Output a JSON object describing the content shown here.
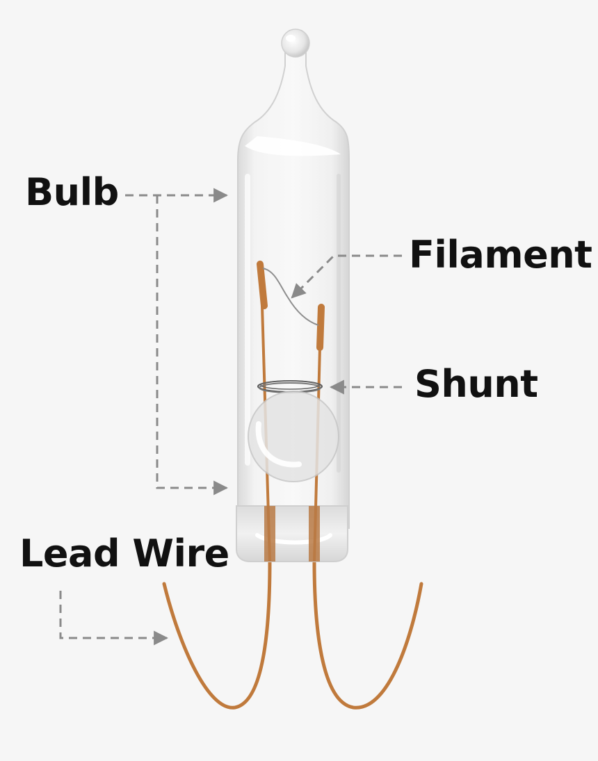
{
  "labels": {
    "bulb": "Bulb",
    "filament": "Filament",
    "shunt": "Shunt",
    "lead_wire": "Lead Wire"
  },
  "colors": {
    "background": "#f6f6f6",
    "text": "#111111",
    "pointer": "#8a8a8a",
    "copper": "#c07a3c",
    "glass": "#e8e8e8"
  }
}
